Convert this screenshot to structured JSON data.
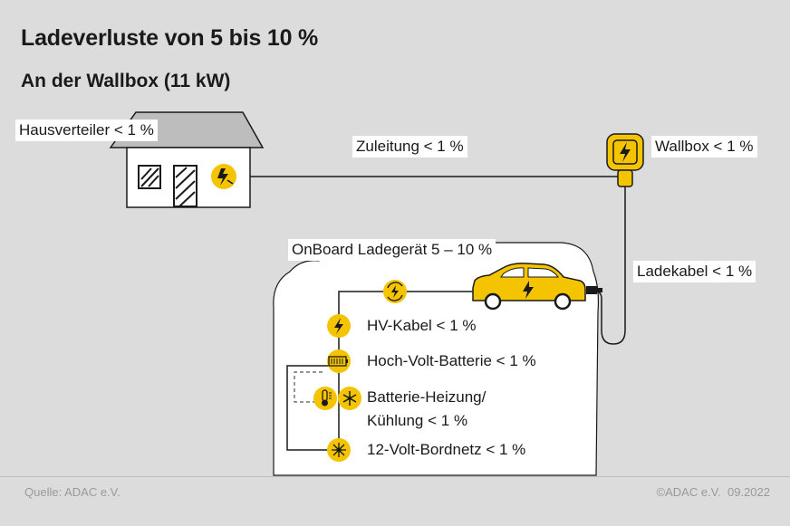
{
  "title": "Ladeverluste von 5 bis 10 %",
  "subtitle": "An der Wallbox (11 kW)",
  "labels": {
    "hausverteiler": "Hausverteiler < 1 %",
    "zuleitung": "Zuleitung < 1 %",
    "wallbox": "Wallbox < 1 %",
    "ladekabel": "Ladekabel < 1 %",
    "onboard": "OnBoard Ladegerät 5 – 10 %",
    "hv_kabel": "HV-Kabel < 1 %",
    "hv_batterie": "Hoch-Volt-Batterie < 1 %",
    "heizung_line1": "Batterie-Heizung/",
    "heizung_line2": "Kühlung < 1 %",
    "bordnetz": "12-Volt-Bordnetz < 1 %"
  },
  "footer": {
    "source": "Quelle: ADAC e.V.",
    "copyright": "©ADAC e.V.  09.2022"
  },
  "colors": {
    "accent": "#f5c400",
    "line": "#1a1a1a",
    "background": "#dcdcdc",
    "panel": "#ffffff"
  },
  "icons": [
    "house",
    "fuse-box-icon",
    "wallbox-icon",
    "car-icon",
    "charger-icon",
    "lightning-icon",
    "battery-icon",
    "thermometer-icon",
    "snowflake-icon",
    "network-icon"
  ]
}
